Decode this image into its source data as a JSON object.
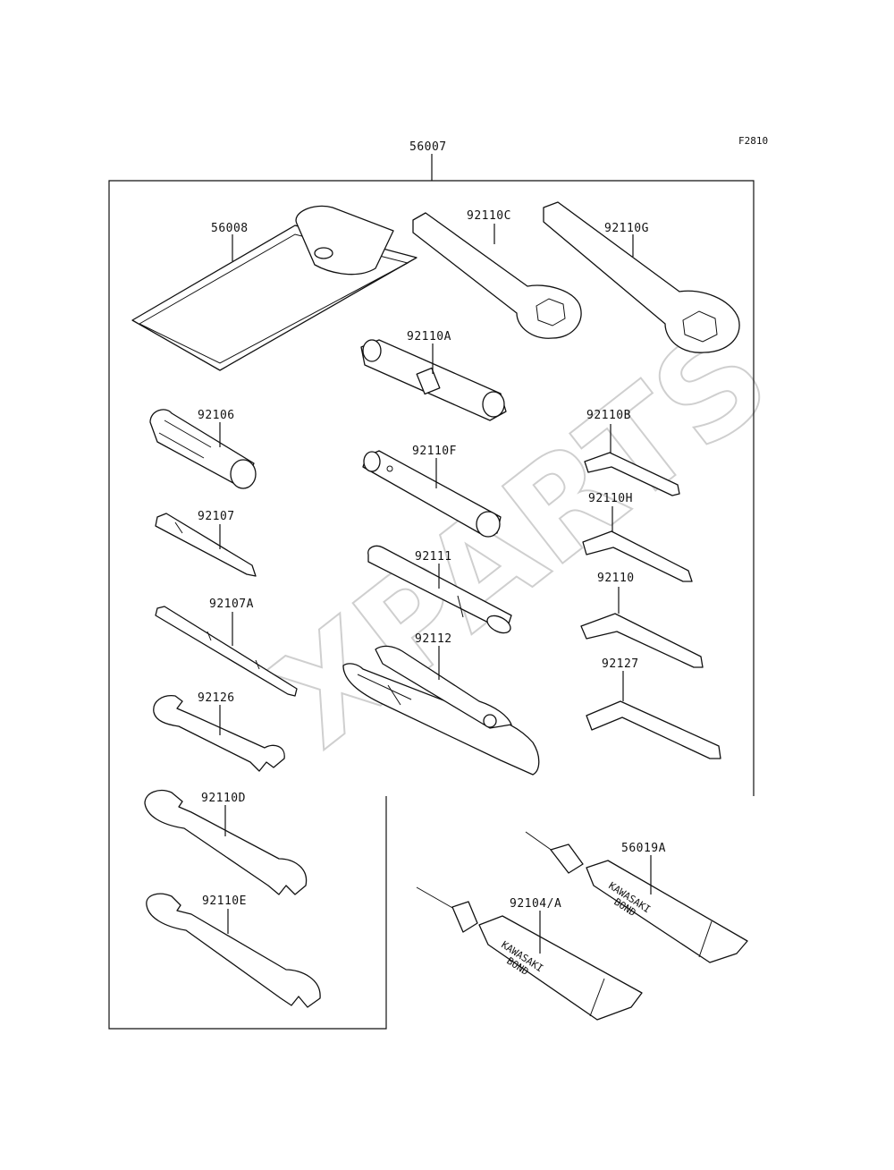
{
  "figure_code": "F2810",
  "watermark": "XPARTS",
  "labels": {
    "l56007": "56007",
    "l56008": "56008",
    "l92110C": "92110C",
    "l92110G": "92110G",
    "l92110A": "92110A",
    "l92106": "92106",
    "l92110B": "92110B",
    "l92110F": "92110F",
    "l92107": "92107",
    "l92110H": "92110H",
    "l92111": "92111",
    "l92110": "92110",
    "l92107A": "92107A",
    "l92112": "92112",
    "l92127": "92127",
    "l92126": "92126",
    "l92110D": "92110D",
    "l56019A": "56019A",
    "l92104A": "92104/A",
    "l92110E": "92110E"
  },
  "tube_text": {
    "brand": "KAWASAKI",
    "product": "BOND"
  }
}
